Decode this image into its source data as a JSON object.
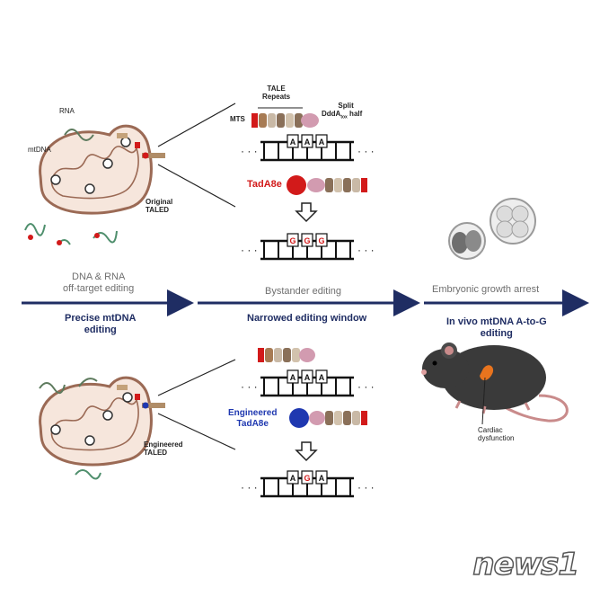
{
  "labels": {
    "rna": "RNA",
    "mtdna": "mtDNA",
    "original_taled": "Original\nTALED",
    "engineered_taled": "Engineered\nTALED",
    "tale_repeats": "TALE\nRepeats",
    "split_ddda": "Split\nDddA",
    "split_ddda_sub": "tox",
    "split_ddda_half": " half",
    "mts": "MTS",
    "tada8e": "TadA8e",
    "engineered_tada8e": "Engineered\nTadA8e",
    "cardiac": "Cardiac\ndysfunction"
  },
  "stages": {
    "col1_top": "DNA & RNA\noff-target editing",
    "col1_bottom": "Precise mtDNA\nediting",
    "col2_top": "Bystander editing",
    "col2_bottom": "Narrowed editing window",
    "col3_top": "Embryonic growth arrest",
    "col3_bottom": "In vivo mtDNA A-to-G\nediting"
  },
  "dna": {
    "before": [
      "A",
      "A",
      "A"
    ],
    "after_original": [
      "G",
      "G",
      "G"
    ],
    "before_engineered": [
      "A",
      "A",
      "A"
    ],
    "after_engineered": [
      "A",
      "G",
      "A"
    ],
    "dots": "· · ·"
  },
  "watermark": "news1",
  "colors": {
    "navy": "#1f2d63",
    "red": "#d21a1a",
    "blue": "#1f38b0",
    "mito_fill": "#f6e6dc",
    "mito_stroke": "#9b6a55",
    "mouse": "#3a3a3a",
    "heart": "#e8741e"
  }
}
